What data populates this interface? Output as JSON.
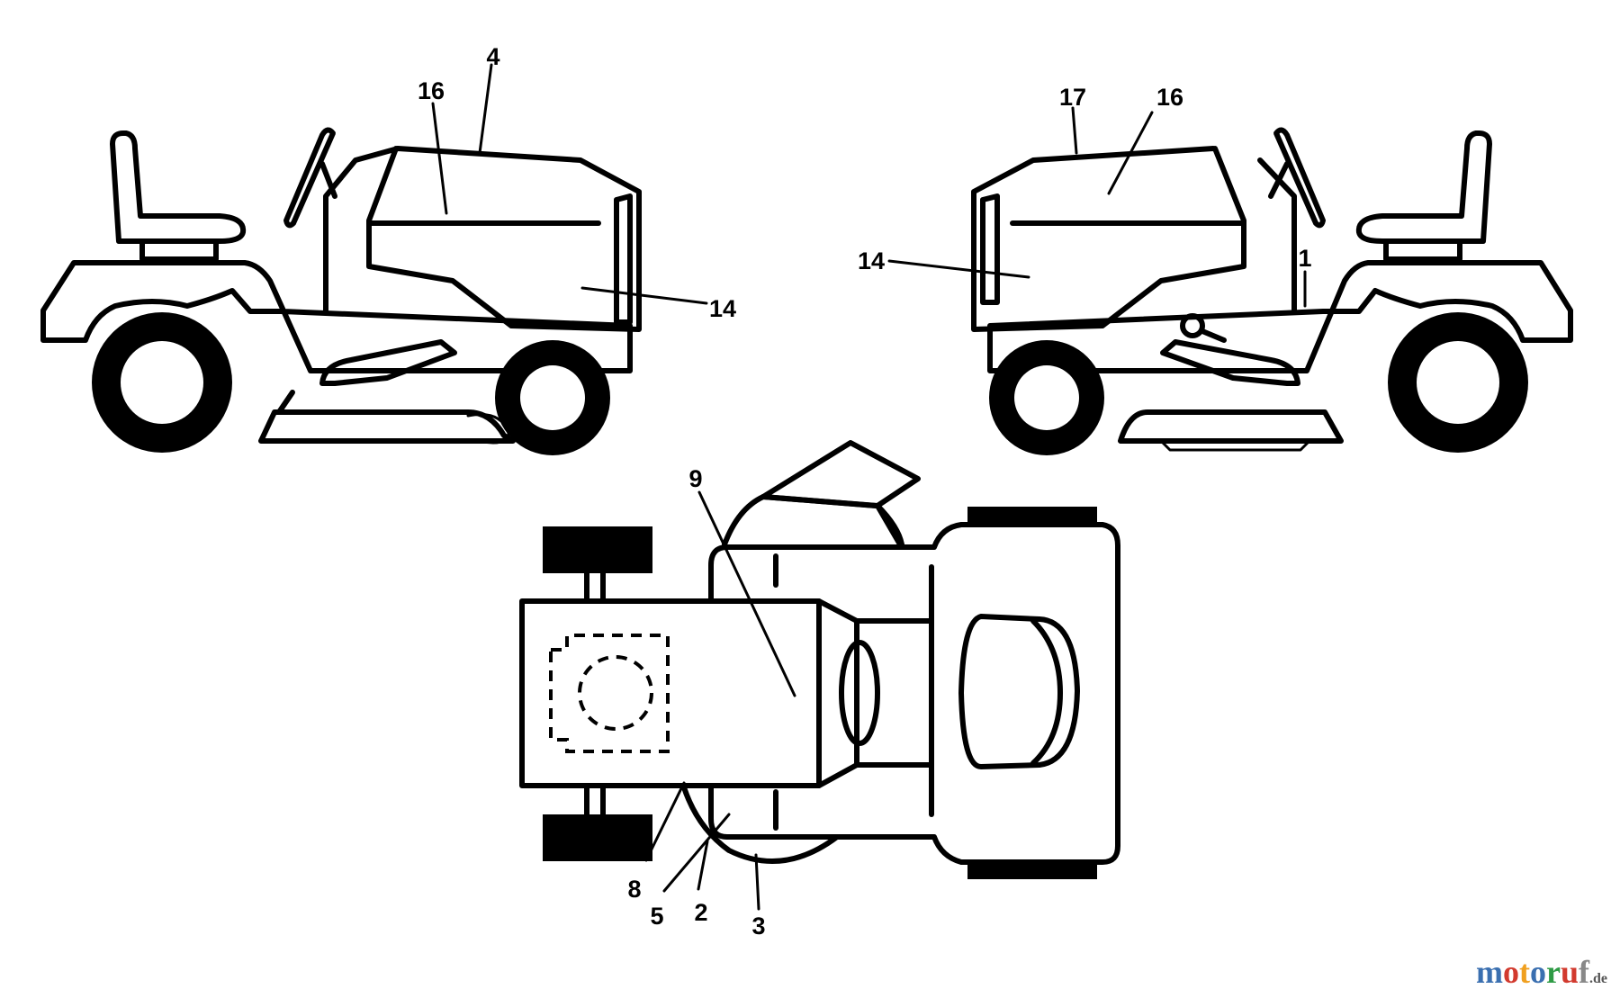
{
  "callouts": {
    "left_view": {
      "l4": "4",
      "l16": "16",
      "l14": "14"
    },
    "right_view": {
      "l17": "17",
      "l16": "16",
      "l14": "14",
      "l1": "1"
    },
    "top_view": {
      "l9": "9",
      "l8": "8",
      "l5": "5",
      "l2": "2",
      "l3": "3"
    }
  },
  "watermark": {
    "text": "motoruf",
    "domain": ".de",
    "colors": [
      "#3a6fb0",
      "#d23a2e",
      "#f0a020",
      "#3a6fb0",
      "#2e9b45",
      "#d23a2e",
      "#888888"
    ]
  }
}
